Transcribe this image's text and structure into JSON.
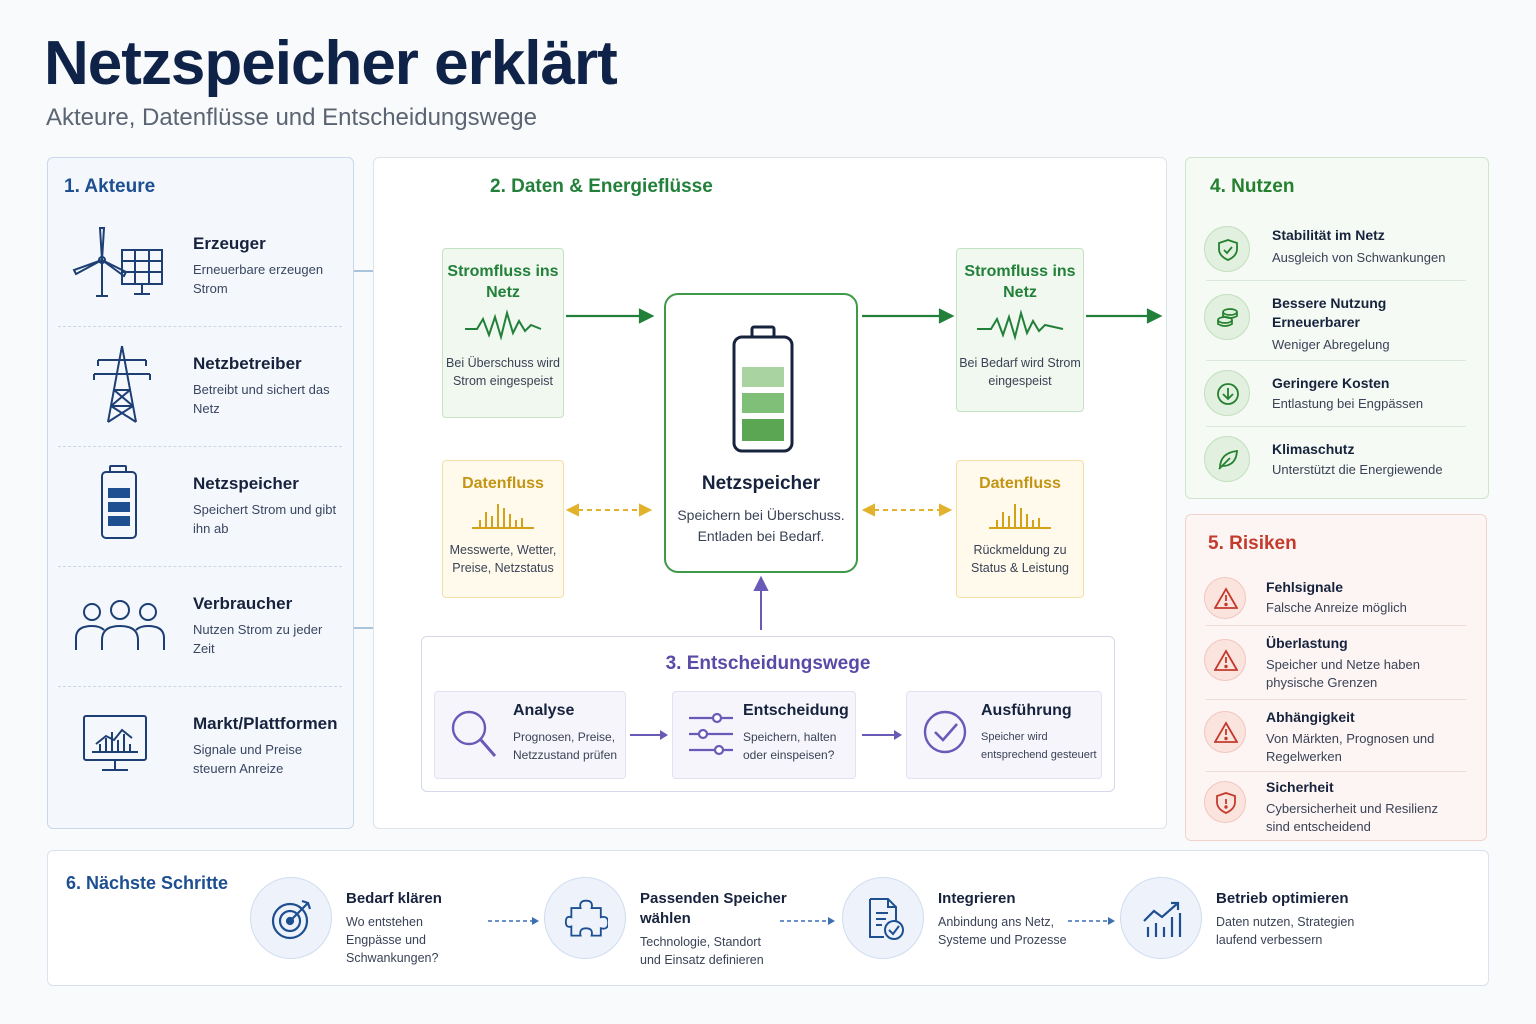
{
  "title": "Netzspeicher erklärt",
  "subtitle": "Akteure, Datenflüsse und Entscheidungswege",
  "akteure": {
    "title": "1.  Akteure",
    "items": [
      {
        "name": "Erzeuger",
        "desc": "Erneuerbare erzeugen Strom",
        "icon": "wind-solar-icon"
      },
      {
        "name": "Netzbetreiber",
        "desc": "Betreibt und sichert das Netz",
        "icon": "power-pylon-icon"
      },
      {
        "name": "Netzspeicher",
        "desc": "Speichert Strom und gibt ihn ab",
        "icon": "battery-icon"
      },
      {
        "name": "Verbraucher",
        "desc": "Nutzen Strom zu jeder Zeit",
        "icon": "people-icon"
      },
      {
        "name": "Markt/Plattformen",
        "desc": "Signale und Preise steuern Anreize",
        "icon": "monitor-chart-icon"
      }
    ]
  },
  "daten": {
    "title": "2.  Daten & Energieflüsse",
    "strom_in": {
      "title": "Stromfluss ins Netz",
      "desc": "Bei Überschuss wird Strom eingespeist"
    },
    "strom_out": {
      "title": "Stromfluss ins Netz",
      "desc": "Bei Bedarf wird Strom eingespeist"
    },
    "daten_in": {
      "title": "Datenfluss",
      "desc": "Messwerte, Wetter, Preise, Netzstatus"
    },
    "daten_out": {
      "title": "Datenfluss",
      "desc": "Rückmeldung zu Status & Leistung"
    },
    "center": {
      "name": "Netzspeicher",
      "desc1": "Speichern bei Überschuss.",
      "desc2": "Entladen bei Bedarf."
    }
  },
  "entscheidung": {
    "title": "3.  Entscheidungswege",
    "steps": [
      {
        "name": "Analyse",
        "desc": "Prognosen, Preise, Netzzustand prüfen",
        "icon": "magnifier-icon"
      },
      {
        "name": "Entscheidung",
        "desc": "Speichern, halten oder einspeisen?",
        "icon": "sliders-icon"
      },
      {
        "name": "Ausführung",
        "desc": "Speicher wird entsprechend gesteuert",
        "icon": "check-circle-icon"
      }
    ]
  },
  "nutzen": {
    "title": "4.  Nutzen",
    "items": [
      {
        "name": "Stabilität im Netz",
        "desc": "Ausgleich von Schwankungen",
        "icon": "shield-check-icon"
      },
      {
        "name": "Bessere Nutzung Erneuerbarer",
        "desc": "Weniger Abregelung",
        "icon": "coins-icon"
      },
      {
        "name": "Geringere Kosten",
        "desc": "Entlastung bei Engpässen",
        "icon": "arrow-down-circle-icon"
      },
      {
        "name": "Klimaschutz",
        "desc": "Unterstützt die Energiewende",
        "icon": "leaf-icon"
      }
    ]
  },
  "risiken": {
    "title": "5.  Risiken",
    "items": [
      {
        "name": "Fehlsignale",
        "desc": "Falsche Anreize möglich",
        "icon": "warning-icon"
      },
      {
        "name": "Überlastung",
        "desc": "Speicher und Netze haben physische Grenzen",
        "icon": "warning-icon"
      },
      {
        "name": "Abhängigkeit",
        "desc": "Von Märkten, Prognosen und Regelwerken",
        "icon": "warning-icon"
      },
      {
        "name": "Sicherheit",
        "desc": "Cybersicherheit und Resilienz sind entscheidend",
        "icon": "shield-alert-icon"
      }
    ]
  },
  "schritte": {
    "title": "6. Nächste Schritte",
    "items": [
      {
        "name": "Bedarf klären",
        "desc": "Wo entstehen Engpässe und Schwankungen?",
        "icon": "target-icon"
      },
      {
        "name": "Passenden Speicher wählen",
        "desc": "Technologie, Standort und Einsatz definieren",
        "icon": "puzzle-icon"
      },
      {
        "name": "Integrieren",
        "desc": "Anbindung ans Netz, Systeme und Prozesse",
        "icon": "document-check-icon"
      },
      {
        "name": "Betrieb optimieren",
        "desc": "Daten nutzen, Strategien laufend verbessern",
        "icon": "growth-chart-icon"
      }
    ]
  },
  "colors": {
    "navy": "#0f2248",
    "blue": "#1d4f91",
    "green": "#23803a",
    "yellow": "#d4a21a",
    "purple": "#5a4aa8",
    "red": "#c23b2c"
  }
}
